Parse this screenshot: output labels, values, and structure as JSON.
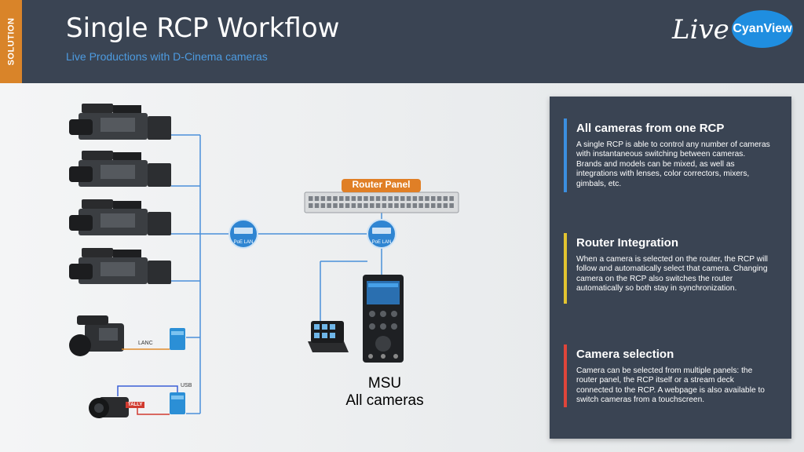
{
  "header": {
    "tag": "SOLUTION",
    "title": "Single RCP Workflow",
    "subtitle": "Live Productions with D-Cinema cameras",
    "live": "Live",
    "logo": "CyanView"
  },
  "diagram": {
    "router_panel": "Router Panel",
    "switch_left": "PoE LAN",
    "switch_right": "PoE LAN",
    "lanc": "LANC",
    "usb": "USB",
    "tally": "TALLY",
    "msu_line1": "MSU",
    "msu_line2": "All cameras"
  },
  "sections": [
    {
      "title": "All cameras from one RCP",
      "color": "#3b8fe0",
      "text": "A single RCP is able to control any number of cameras with instantaneous switching between cameras. Brands and models can be mixed, as well as integrations with lenses, color correctors, mixers, gimbals, etc."
    },
    {
      "title": "Router Integration",
      "color": "#e3c430",
      "text": "When a camera is selected on the router, the RCP will follow and automatically select that camera. Changing camera on the RCP also switches the router automatically so both stay in synchronization."
    },
    {
      "title": "Camera selection",
      "color": "#e0453a",
      "text": "Camera can be selected from multiple panels: the router panel, the RCP itself or a stream deck connected to the RCP. A webpage is also available to switch cameras from a touchscreen."
    }
  ],
  "colors": {
    "header": "#3a4453",
    "accent": "#d98429",
    "subtitle": "#4d9be0",
    "line": "#4a90d9"
  }
}
